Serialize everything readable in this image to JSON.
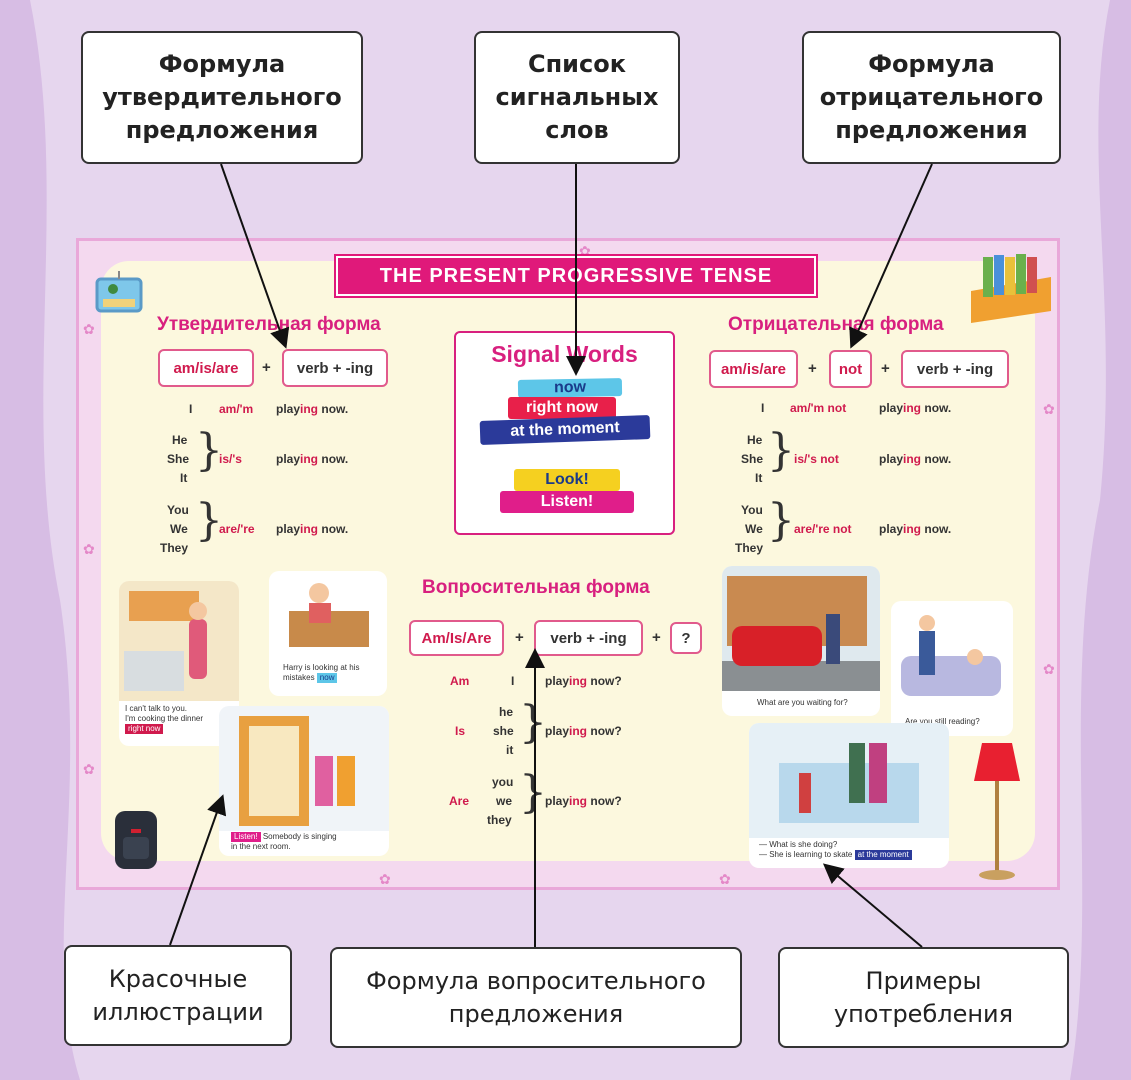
{
  "callouts": {
    "affirmative": "Формула\nутвердительного\nпредложения",
    "signal_list": "Список\nсигнальных\nслов",
    "negative": "Формула\nотрицательного\nпредложения",
    "illustrations": "Красочные\nиллюстрации",
    "question": "Формула вопросительного\nпредложения",
    "examples": "Примеры\nупотребления"
  },
  "poster": {
    "title": "THE PRESENT PROGRESSIVE TENSE",
    "affirmative": {
      "heading": "Утвердительная форма",
      "formula_subject": "am/is/are",
      "formula_verb": "verb + -ing",
      "row1": {
        "pronoun": "I",
        "aux": "am/'m",
        "verb_stem": "play",
        "verb_end": "ing",
        "tail": "now."
      },
      "row2": {
        "pronouns": [
          "He",
          "She",
          "It"
        ],
        "aux": "is/'s",
        "verb_stem": "play",
        "verb_end": "ing",
        "tail": "now."
      },
      "row3": {
        "pronouns": [
          "You",
          "We",
          "They"
        ],
        "aux": "are/'re",
        "verb_stem": "play",
        "verb_end": "ing",
        "tail": "now."
      }
    },
    "negative": {
      "heading": "Отрицательная форма",
      "formula_subject": "am/is/are",
      "formula_not": "not",
      "formula_verb": "verb + -ing",
      "row1": {
        "pronoun": "I",
        "aux": "am/'m not",
        "verb_stem": "play",
        "verb_end": "ing",
        "tail": "now."
      },
      "row2": {
        "pronouns": [
          "He",
          "She",
          "It"
        ],
        "aux": "is/'s not",
        "verb_stem": "play",
        "verb_end": "ing",
        "tail": "now."
      },
      "row3": {
        "pronouns": [
          "You",
          "We",
          "They"
        ],
        "aux": "are/'re not",
        "verb_stem": "play",
        "verb_end": "ing",
        "tail": "now."
      }
    },
    "signal": {
      "title": "Signal Words",
      "now": "now",
      "right_now": "right now",
      "at_the_moment": "at the moment",
      "look": "Look!",
      "listen": "Listen!"
    },
    "question": {
      "heading": "Вопросительная форма",
      "formula_aux": "Am/Is/Are",
      "formula_verb": "verb + -ing",
      "formula_q": "?",
      "row1": {
        "aux": "Am",
        "pronoun": "I",
        "verb_stem": "play",
        "verb_end": "ing",
        "tail": "now?"
      },
      "row2": {
        "aux": "Is",
        "pronouns": [
          "he",
          "she",
          "it"
        ],
        "verb_stem": "play",
        "verb_end": "ing",
        "tail": "now?"
      },
      "row3": {
        "aux": "Are",
        "pronouns": [
          "you",
          "we",
          "they"
        ],
        "verb_stem": "play",
        "verb_end": "ing",
        "tail": "now?"
      }
    },
    "captions": {
      "kitchen_1": "I can't talk to you.",
      "kitchen_2": "I'm cooking the dinner",
      "kitchen_tag": "right now",
      "harry_1": "Harry is looking at his",
      "harry_2": "mistakes",
      "harry_tag": "now",
      "door_tag": "Listen!",
      "door_1": "Somebody is singing",
      "door_2": "in the next room.",
      "car": "What are you waiting for?",
      "sofa": "Are you still reading?",
      "skate_1": "— What is she doing?",
      "skate_2": "— She is learning to skate",
      "skate_tag": "at the moment"
    }
  },
  "colors": {
    "accent": "#d8207f",
    "red": "#d01a4d",
    "paper": "#fcf8de",
    "border": "#f4d9ef"
  },
  "icons": [
    "picture-icon",
    "books-icon",
    "backpack-icon",
    "lamp-icon",
    "flower-icon"
  ]
}
